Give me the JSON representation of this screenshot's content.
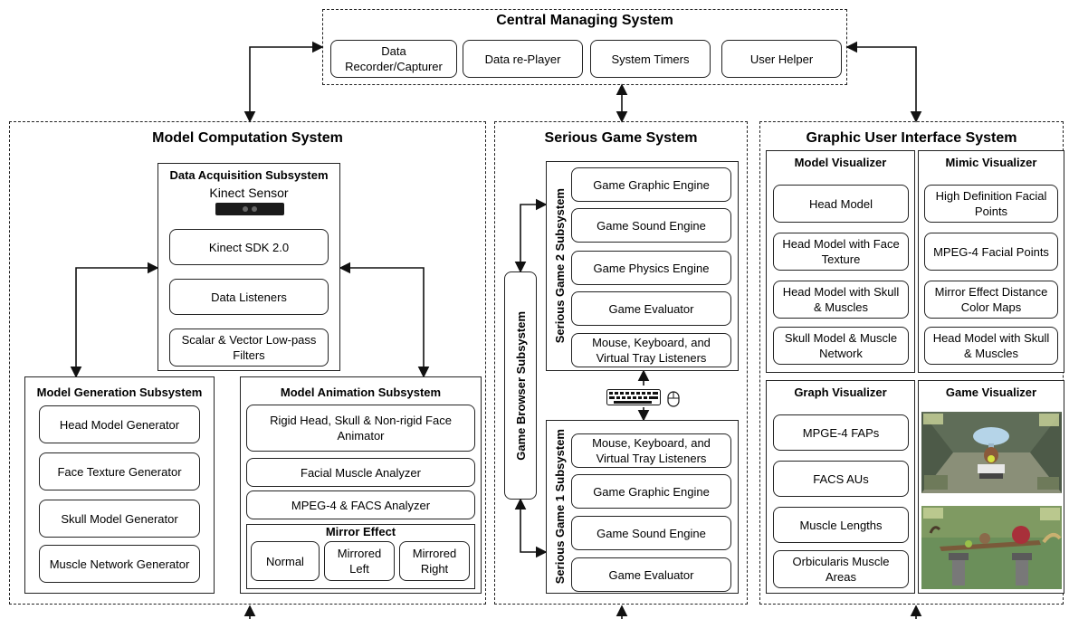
{
  "central": {
    "title": "Central Managing System",
    "items": [
      "Data Recorder/Capturer",
      "Data re-Player",
      "System Timers",
      "User Helper"
    ]
  },
  "model_computation": {
    "title": "Model Computation System",
    "acquisition": {
      "title": "Data Acquisition Subsystem",
      "sensor": "Kinect Sensor",
      "items": [
        "Kinect SDK 2.0",
        "Data Listeners",
        "Scalar & Vector Low-pass Filters"
      ]
    },
    "generation": {
      "title": "Model Generation Subsystem",
      "items": [
        "Head Model Generator",
        "Face Texture Generator",
        "Skull Model Generator",
        "Muscle Network Generator"
      ]
    },
    "animation": {
      "title": "Model Animation Subsystem",
      "items": [
        "Rigid Head, Skull & Non-rigid Face Animator",
        "Facial Muscle Analyzer",
        "MPEG-4 & FACS Analyzer"
      ],
      "mirror": {
        "title": "Mirror Effect",
        "options": [
          "Normal",
          "Mirrored Left",
          "Mirrored Right"
        ]
      }
    }
  },
  "serious_game": {
    "title": "Serious Game System",
    "browser": "Game Browser Subsystem",
    "game2": {
      "title": "Serious Game 2 Subsystem",
      "items": [
        "Game Graphic Engine",
        "Game Sound Engine",
        "Game Physics Engine",
        "Game Evaluator",
        "Mouse, Keyboard, and Virtual Tray Listeners"
      ]
    },
    "game1": {
      "title": "Serious Game 1 Subsystem",
      "items": [
        "Mouse, Keyboard, and Virtual Tray Listeners",
        "Game Graphic Engine",
        "Game Sound Engine",
        "Game Evaluator"
      ]
    }
  },
  "gui": {
    "title": "Graphic User Interface System",
    "model_visualizer": {
      "title": "Model Visualizer",
      "items": [
        "Head Model",
        "Head Model with Face Texture",
        "Head Model with Skull & Muscles",
        "Skull Model & Muscle Network"
      ]
    },
    "mimic_visualizer": {
      "title": "Mimic Visualizer",
      "items": [
        "High Definition Facial Points",
        "MPEG-4 Facial Points",
        "Mirror Effect Distance Color Maps",
        "Head Model with Skull & Muscles"
      ]
    },
    "graph_visualizer": {
      "title": "Graph Visualizer",
      "items": [
        "MPGE-4 FAPs",
        "FACS AUs",
        "Muscle Lengths",
        "Orbicularis Muscle Areas"
      ]
    },
    "game_visualizer": {
      "title": "Game Visualizer"
    }
  }
}
